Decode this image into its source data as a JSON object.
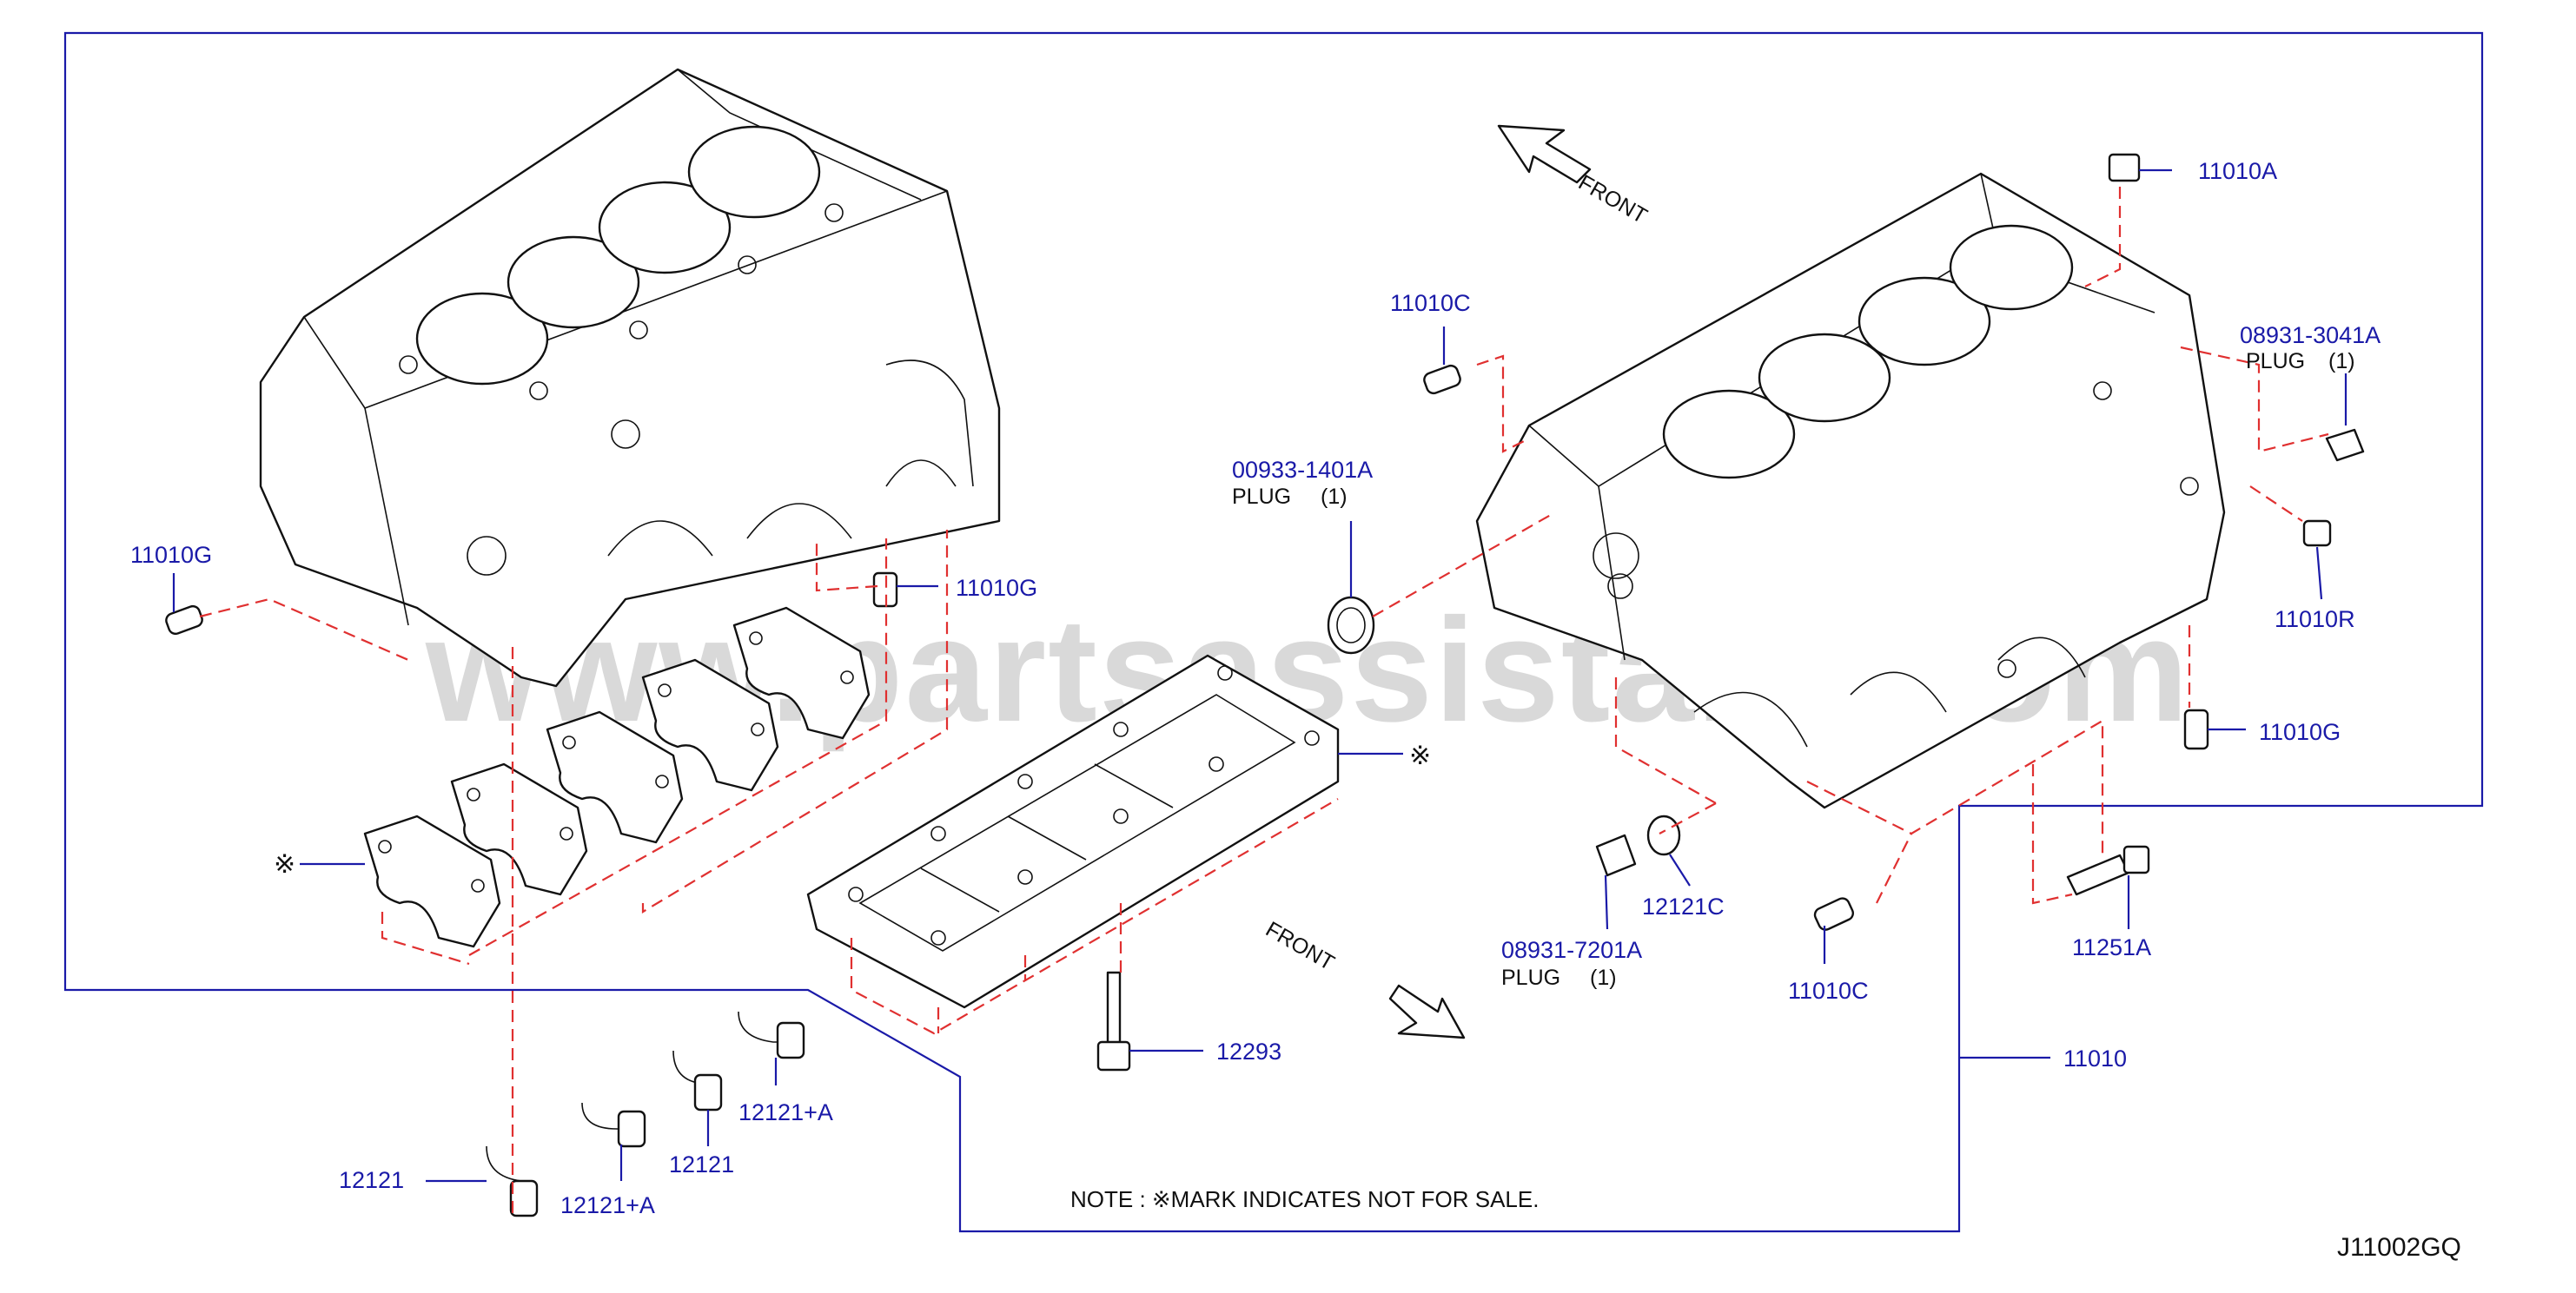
{
  "watermark": "www.partsassistant.com",
  "diagram_code": "J11002GQ",
  "note": "NOTE : ※MARK   INDICATES   NOT   FOR   SALE.",
  "front_labels": [
    "FRONT",
    "FRONT"
  ],
  "callouts": {
    "c_11010A": "11010A",
    "c_11010C_top": "11010C",
    "c_08931_3041A": "08931-3041A",
    "c_plug_3041": "PLUG",
    "c_qty_3041": "(1)",
    "c_00933_1401A": "00933-1401A",
    "c_plug_1401": "PLUG",
    "c_qty_1401": "(1)",
    "c_11010G_left": "11010G",
    "c_11010G_mid": "11010G",
    "c_11010R": "11010R",
    "c_11010G_right": "11010G",
    "c_12121C": "12121C",
    "c_08931_7201A": "08931-7201A",
    "c_plug_7201": "PLUG",
    "c_qty_7201": "(1)",
    "c_11010C_bottom": "11010C",
    "c_11251A": "11251A",
    "c_12293": "12293",
    "c_11010": "11010",
    "c_12121A_right": "12121+A",
    "c_12121_mid": "12121",
    "c_12121A_left": "12121+A",
    "c_12121_left": "12121",
    "c_mark_left": "※",
    "c_mark_right": "※"
  },
  "colors": {
    "callout_text": "#1a1aa8",
    "leader_line": "#1a1aa8",
    "phantom_line": "#e03030",
    "drawing": "#111111",
    "watermark": "#d9d9d9"
  }
}
